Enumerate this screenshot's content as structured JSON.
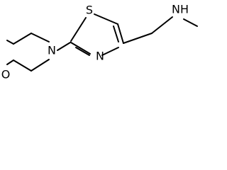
{
  "molecule": {
    "atoms": {
      "s1": "S",
      "n_thiazole": "N",
      "n_morpholine": "N",
      "o_morpholine": "O",
      "n_amine": "NH"
    }
  },
  "colors": {
    "stroke": "#000000",
    "background": "#ffffff"
  }
}
